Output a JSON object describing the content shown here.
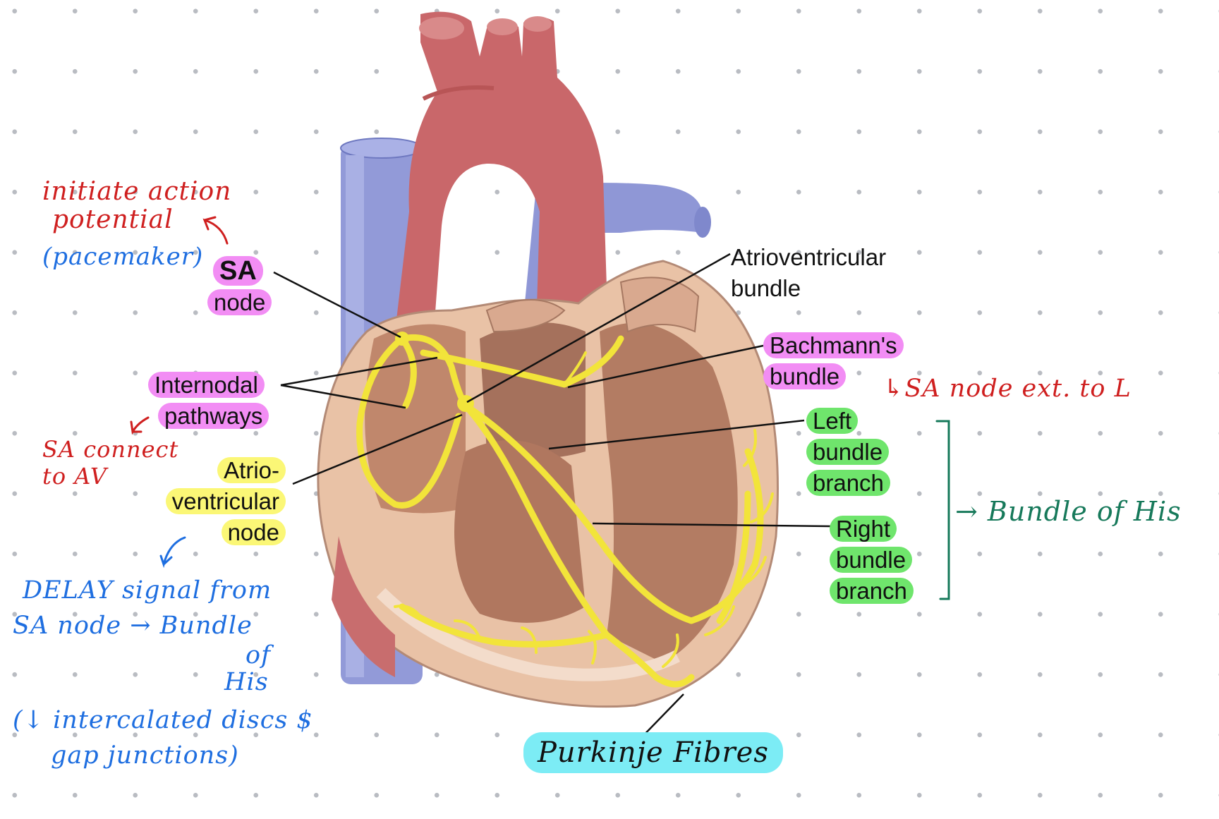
{
  "labels": {
    "sa_node": {
      "line1": "SA",
      "line2": "node"
    },
    "internodal": {
      "line1": "Internodal",
      "line2": "pathways"
    },
    "av_node": {
      "line1": "Atrio-",
      "line2": "ventricular",
      "line3": "node"
    },
    "av_bundle": {
      "line1": "Atrioventricular",
      "line2": "bundle"
    },
    "bachmann": {
      "line1": "Bachmann's",
      "line2": "bundle"
    },
    "left_branch": {
      "line1": "Left",
      "line2": "bundle",
      "line3": "branch"
    },
    "right_branch": {
      "line1": "Right",
      "line2": "bundle",
      "line3": "branch"
    },
    "purkinje": "Purkinje Fibres"
  },
  "notes": {
    "sa_desc": {
      "line1": "initiate action",
      "line2": "potential",
      "line3": "(pacemaker)"
    },
    "internodal_desc": {
      "line1": "SA connect",
      "line2": "to AV"
    },
    "av_desc": {
      "line1": "DELAY signal from",
      "line2": "SA node → Bundle",
      "line3": "of",
      "line4": "His",
      "line5": "(↓ intercalated discs $",
      "line6": "gap junctions)"
    },
    "bachmann_desc": "↳SA node ext. to L",
    "bundle_his": "→ Bundle of His"
  },
  "colors": {
    "highlight_pink": "#f28df4",
    "highlight_yellow": "#fbf776",
    "highlight_green": "#6fe56c",
    "highlight_cyan": "#7cecf5",
    "ink_red": "#cf1f1f",
    "ink_blue": "#1e6ee0",
    "ink_teal": "#16795a",
    "aorta": "#c9676a",
    "vein": "#8f97d6",
    "muscle": "#e9c2a6",
    "conduction": "#f2e43a"
  }
}
